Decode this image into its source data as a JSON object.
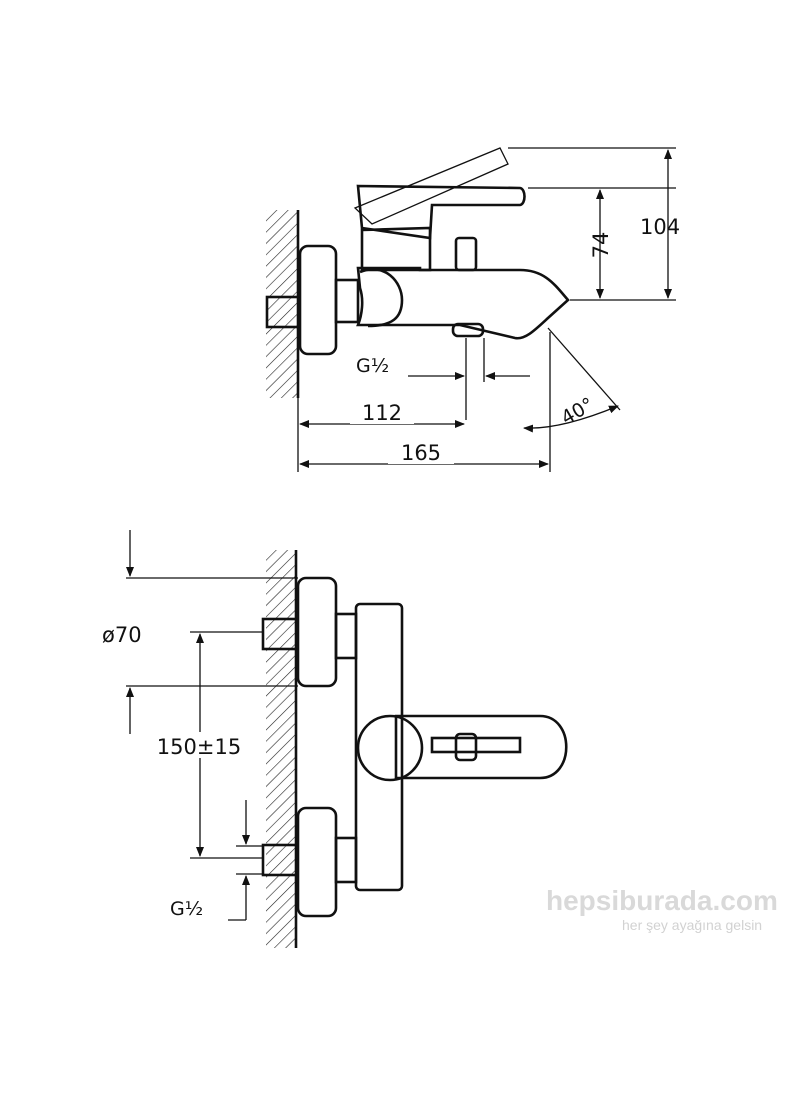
{
  "side_view": {
    "dim_height_total": "104",
    "dim_spout_height": "74",
    "dim_inlet_thread": "G½",
    "dim_to_spout_center": "112",
    "dim_total_depth": "165",
    "dim_spout_angle": "40°"
  },
  "front_view": {
    "dim_rosette_diameter": "ø70",
    "dim_inlet_spacing": "150±15",
    "dim_inlet_thread": "G½"
  },
  "watermark": {
    "brand": "hepsiburada.com",
    "slogan": "her şey ayağına gelsin"
  }
}
